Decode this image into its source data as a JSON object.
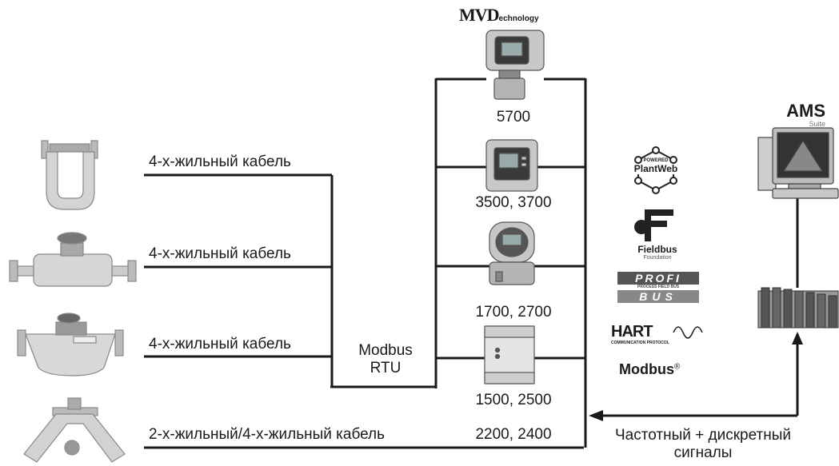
{
  "brand": {
    "mvd_prefix": "MVD",
    "mvd_suffix": "echnology",
    "ams": "AMS",
    "ams_sub": "Suite"
  },
  "sensors": [
    {
      "cable": "4-х-жильный кабель"
    },
    {
      "cable": "4-х-жильный кабель"
    },
    {
      "cable": "4-х-жильный кабель"
    },
    {
      "cable": "2-х-жильный/4-х-жильный кабель"
    }
  ],
  "modbus": {
    "line1": "Modbus",
    "line2": "RTU"
  },
  "transmitters": [
    {
      "model": "5700"
    },
    {
      "model": "3500, 3700"
    },
    {
      "model": "1700, 2700"
    },
    {
      "model": "1500, 2500"
    },
    {
      "model": "2200, 2400"
    }
  ],
  "protocols": {
    "plantweb_top": "POWERED",
    "plantweb": "PlantWeb",
    "fieldbus": "Fieldbus",
    "fieldbus_sub": "Foundation",
    "profibus_top": "PROFI",
    "profibus_mid": "PROCESS FIELD BUS",
    "profibus_bottom": "BUS",
    "hart": "HART",
    "hart_sub": "COMMUNICATION PROTOCOL",
    "modbus": "Modbus",
    "modbus_reg": "®"
  },
  "signals": {
    "line1": "Частотный + дискретный",
    "line2": "сигналы"
  },
  "colors": {
    "line": "#1a1a1a",
    "metal": "#c9c9c9",
    "dark": "#3a3a3a"
  }
}
